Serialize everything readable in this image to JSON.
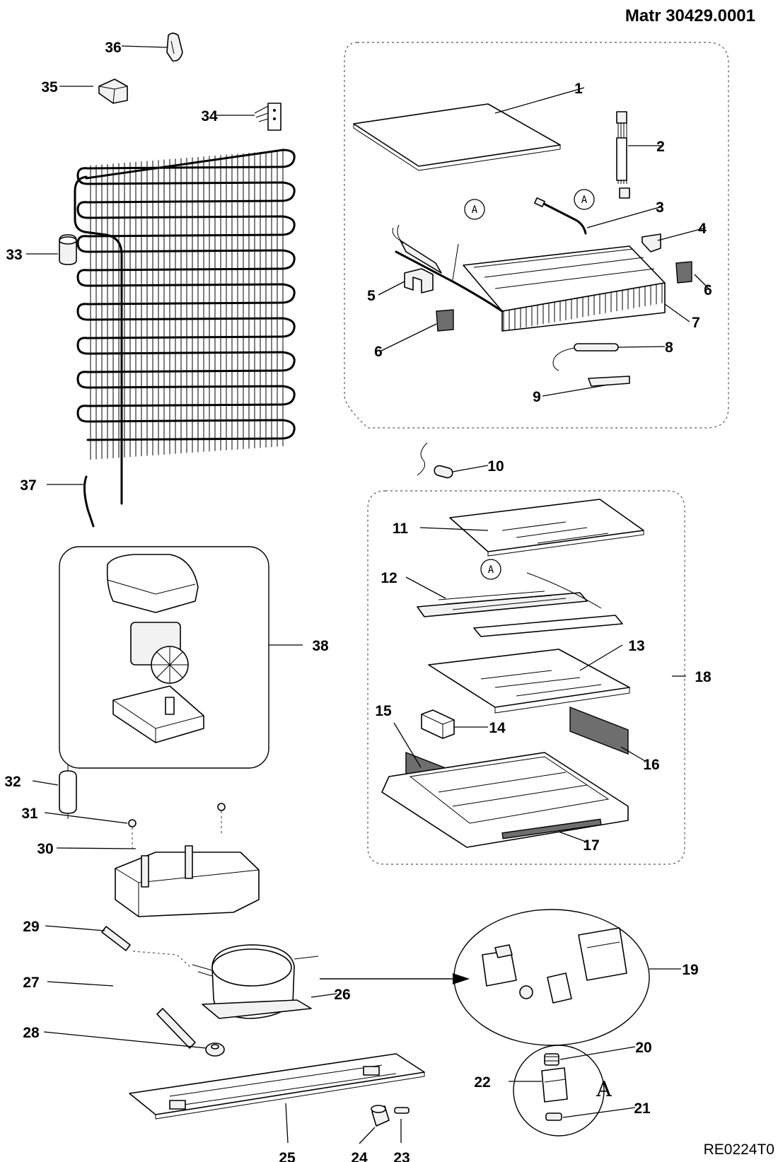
{
  "header": {
    "doc_id": "Matr 30429.0001"
  },
  "footer": {
    "drawing_code": "RE0224T0"
  },
  "reference_marks": {
    "circle": "A",
    "detail": "A"
  },
  "labels": [
    "1",
    "2",
    "3",
    "4",
    "5",
    "6",
    "6",
    "7",
    "8",
    "9",
    "10",
    "11",
    "12",
    "13",
    "14",
    "15",
    "16",
    "17",
    "18",
    "19",
    "20",
    "21",
    "22",
    "23",
    "24",
    "25",
    "26",
    "27",
    "28",
    "29",
    "30",
    "31",
    "32",
    "33",
    "34",
    "35",
    "36",
    "37",
    "38"
  ]
}
